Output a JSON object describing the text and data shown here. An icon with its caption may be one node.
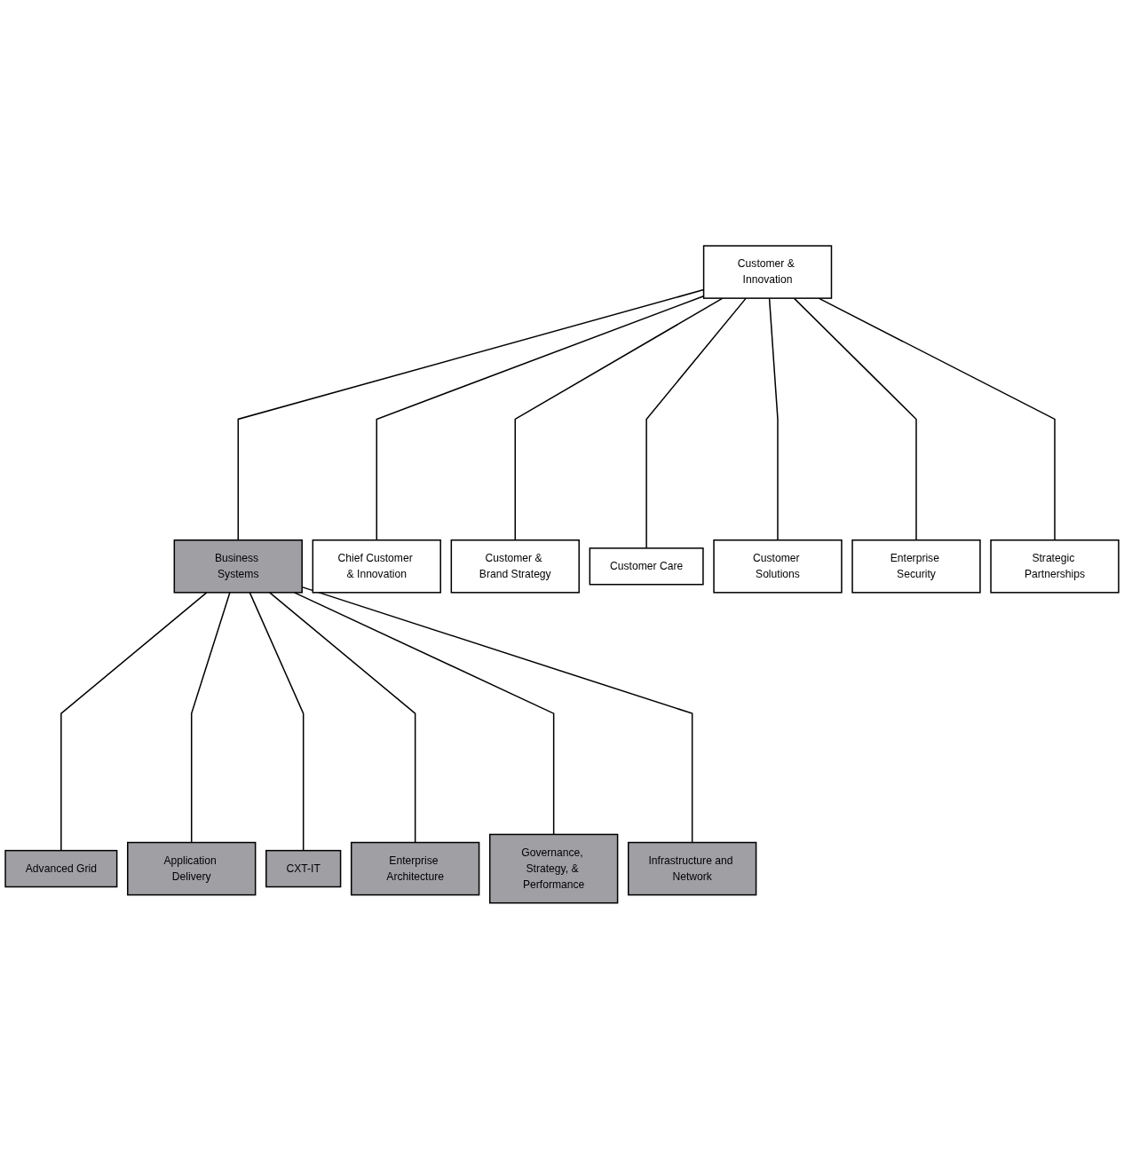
{
  "diagram": {
    "nodes": [
      {
        "text": [
          "Customer & Innovation"
        ]
      },
      {
        "text": [
          "Business Systems"
        ]
      },
      {
        "text": [
          "Advanced Grid"
        ]
      },
      {
        "text": [
          "Application Delivery"
        ]
      },
      {
        "text": [
          "CXT-IT"
        ]
      },
      {
        "text": [
          "Enterprise Architecture"
        ]
      },
      {
        "text": [
          "Governance, Strategy, & Performance"
        ]
      },
      {
        "text": [
          "Infrastructure and Network"
        ]
      },
      {
        "text": [
          "Chief Customer & Innovation"
        ]
      },
      {
        "text": [
          "Customer & Brand Strategy"
        ]
      },
      {
        "text": [
          "Customer Care"
        ]
      },
      {
        "text": [
          "Customer Solutions"
        ]
      },
      {
        "text": [
          "Enterprise Security"
        ]
      },
      {
        "text": [
          "Strategic Partnerships"
        ]
      }
    ],
    "edges": [
      {
        "from": 0,
        "to": 1,
        "arrow": "none"
      },
      {
        "from": 1,
        "to": 2,
        "arrow": "none"
      },
      {
        "from": 1,
        "to": 3,
        "arrow": "none"
      },
      {
        "from": 1,
        "to": 4,
        "arrow": "none"
      },
      {
        "from": 1,
        "to": 5,
        "arrow": "none"
      },
      {
        "from": 1,
        "to": 6,
        "arrow": "none"
      },
      {
        "from": 1,
        "to": 7,
        "arrow": "none"
      },
      {
        "from": 0,
        "to": 8,
        "arrow": "none"
      },
      {
        "from": 0,
        "to": 9,
        "arrow": "none"
      },
      {
        "from": 0,
        "to": 10,
        "arrow": "none"
      },
      {
        "from": 0,
        "to": 11,
        "arrow": "none"
      },
      {
        "from": 0,
        "to": 12,
        "arrow": "none"
      },
      {
        "from": 0,
        "to": 13,
        "arrow": "none"
      }
    ]
  }
}
